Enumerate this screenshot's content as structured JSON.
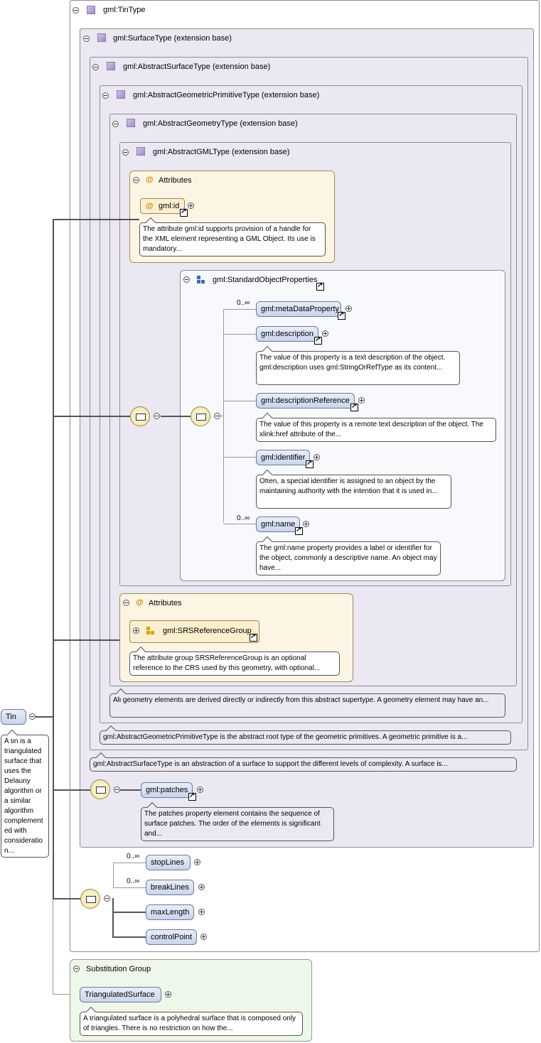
{
  "tin": {
    "label": "Tin",
    "doc": "A tin is a triangulated surface that uses the Delauny algorithm or a similar algorithm complement ed with consideratio n..."
  },
  "types": {
    "tin_type": "gml:TinType",
    "surface_type": "gml:SurfaceType (extension base)",
    "abstract_surface_type": "gml:AbstractSurfaceType (extension base)",
    "abstract_geometric_primitive_type": "gml:AbstractGeometricPrimitiveType (extension base)",
    "abstract_geometry_type": "gml:AbstractGeometryType (extension base)",
    "abstract_gml_type": "gml:AbstractGMLType (extension base)"
  },
  "attributes1": {
    "title": "Attributes",
    "id_label": "gml:id",
    "id_doc": "The attribute gml:id supports provision of a handle for the XML element representing a GML Object. Its use is mandatory..."
  },
  "standard_object_properties": {
    "title": "gml:StandardObjectProperties",
    "meta_card": "0..∞",
    "meta_label": "gml:metaDataProperty",
    "description_label": "gml:description",
    "description_doc": "The value of this property is a text description of the object. gml:description uses gml:StringOrRefType as its content...",
    "description_ref_label": "gml:descriptionReference",
    "description_ref_doc": "The value of this property is a remote text description of the object. The xlink:href attribute of the...",
    "identifier_label": "gml:identifier",
    "identifier_doc": "Often, a special identifier is assigned to an object by the maintaining authority with the intention that it is used in...",
    "name_card": "0..∞",
    "name_label": "gml:name",
    "name_doc": "The gml:name property provides a label or identifier for the object, commonly a descriptive name. An object may have..."
  },
  "attributes2": {
    "title": "Attributes",
    "srs_label": "gml:SRSReferenceGroup",
    "srs_doc": "The attribute group SRSReferenceGroup is an optional reference to the CRS used by this geometry, with optional..."
  },
  "docs": {
    "abstract_geometry": "All geometry elements are derived directly or indirectly from this abstract supertype. A geometry element may have an...",
    "abstract_primitive": "gml:AbstractGeometricPrimitiveType is the abstract root type of the geometric primitives. A geometric primitive is a...",
    "abstract_surface": "gml:AbstractSurfaceType is an abstraction of a surface to support the different levels of complexity. A surface is..."
  },
  "patches": {
    "label": "gml:patches",
    "doc": "The patches property element contains the sequence of surface patches. The order of the elements is significant and..."
  },
  "tin_elements": {
    "stoplines_card": "0..∞",
    "stoplines": "stopLines",
    "breaklines_card": "0..∞",
    "breaklines": "breakLines",
    "maxlength": "maxLength",
    "controlpoint": "controlPoint"
  },
  "substitution": {
    "title": "Substitution Group",
    "label": "TriangulatedSurface",
    "doc": "A triangulated surface is a polyhedral surface that is composed only of triangles. There is no restriction on how the..."
  }
}
